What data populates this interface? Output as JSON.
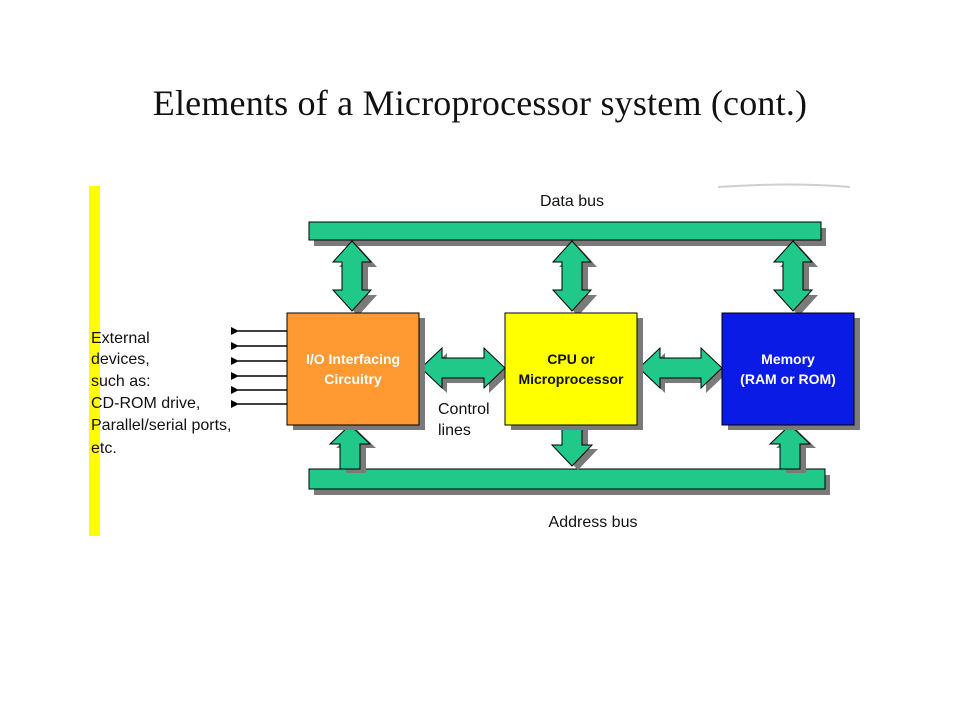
{
  "title": "Elements of a Microprocessor system (cont.)",
  "diagram": {
    "data_bus_label": "Data bus",
    "address_bus_label": "Address bus",
    "control_lines_label": [
      "Control",
      "lines"
    ],
    "external_devices_label": [
      "External",
      "devices,",
      "such as:",
      "CD-ROM drive,",
      "Parallel/serial ports,",
      "etc."
    ],
    "io_box_label": [
      "I/O Interfacing",
      "Circuitry"
    ],
    "cpu_box_label": [
      "CPU or",
      "Microprocessor"
    ],
    "memory_box_label": [
      "Memory",
      "(RAM or ROM)"
    ]
  },
  "colors": {
    "bus": "#20c98a",
    "io_box": "#ff9a33",
    "cpu_box": "#ffff00",
    "memory_box": "#0a1be6",
    "sidebar": "#ffff00"
  }
}
